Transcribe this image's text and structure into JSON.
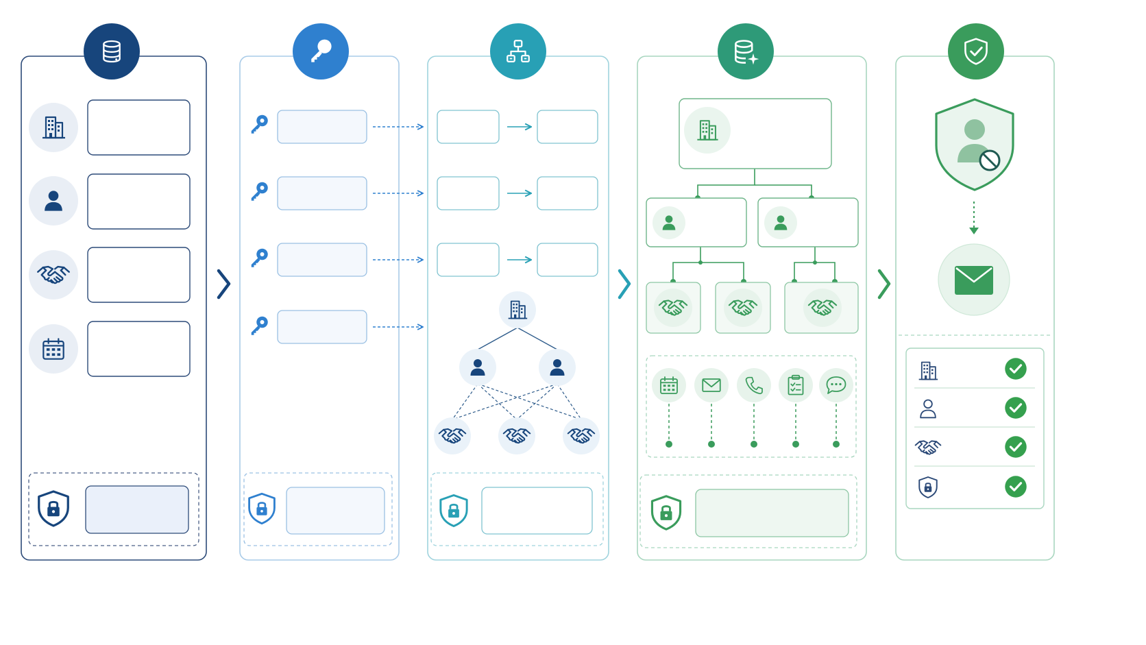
{
  "colors": {
    "navy": "#17457c",
    "blue": "#2f80cf",
    "teal": "#28a0b5",
    "green_teal": "#2e9a78",
    "green": "#3a9c5c",
    "check": "#35a04e",
    "line_navy": "#4a5f86",
    "line_blue": "#8fbbe0",
    "line_teal": "#8ccbd7",
    "line_green": "#9ecfb2"
  },
  "panels": [
    {
      "id": "source",
      "header_icon": "database-icon",
      "items": [
        "building-icon",
        "user-icon",
        "handshake-icon",
        "calendar-icon"
      ],
      "footer_icon": "shield-lock-icon"
    },
    {
      "id": "keys",
      "header_icon": "key-icon",
      "items": [
        "key-icon",
        "key-icon",
        "key-icon",
        "key-icon"
      ],
      "footer_icon": "shield-lock-icon"
    },
    {
      "id": "mapping",
      "header_icon": "hierarchy-icon",
      "tree": [
        "building-icon",
        "user-icon",
        "user-icon",
        "handshake-icon",
        "handshake-icon",
        "handshake-icon"
      ],
      "footer_icon": "shield-lock-icon"
    },
    {
      "id": "enriched",
      "header_icon": "database-sparkle-icon",
      "tree": [
        "building-icon",
        "user-icon",
        "user-icon",
        "handshake-icon",
        "handshake-icon",
        "handshake-icon"
      ],
      "activities": [
        "calendar-icon",
        "mail-icon",
        "phone-icon",
        "clipboard-icon",
        "chat-icon"
      ],
      "footer_icon": "shield-lock-icon"
    },
    {
      "id": "verified",
      "header_icon": "shield-check-icon",
      "privacy_icons": [
        "shield-user-blocked-icon",
        "mail-icon"
      ],
      "checklist": [
        "building-icon",
        "user-icon",
        "handshake-icon",
        "shield-lock-icon"
      ],
      "check_icon": "check-circle-icon"
    }
  ],
  "separators": [
    "chevron-right-icon",
    "chevron-right-icon",
    "chevron-right-icon"
  ]
}
